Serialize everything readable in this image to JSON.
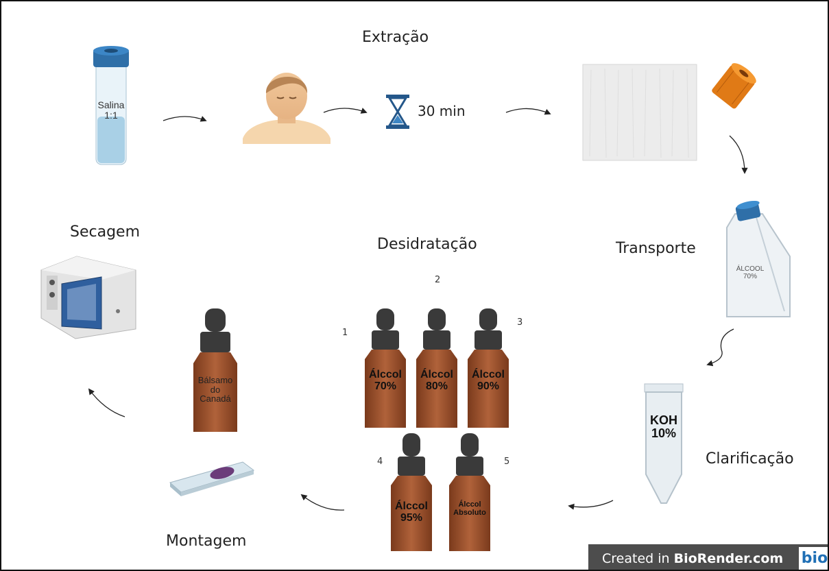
{
  "stages": {
    "extracao": "Extração",
    "secagem": "Secagem",
    "desidratacao": "Desidratação",
    "transporte": "Transporte",
    "clarificacao": "Clarificação",
    "montagem": "Montagem"
  },
  "timer": "30 min",
  "vial_label": "Salina\n1:1",
  "flask_label": "ÁLCOOL\n70%",
  "tube_label": "KOH\n10%",
  "balsamo_label": "Bálsamo\ndo\nCanadá",
  "bottles": [
    {
      "number": "1",
      "label": "Álccol\n70%"
    },
    {
      "number": "2",
      "label": "Álccol\n80%"
    },
    {
      "number": "3",
      "label": "Álccol\n90%"
    },
    {
      "number": "4",
      "label": "Álccol\n95%"
    },
    {
      "number": "5",
      "label": "Álccol\nAbsoluto"
    }
  ],
  "watermark": {
    "prefix": "Created in ",
    "brand": "BioRender.com",
    "logo": "bio"
  },
  "colors": {
    "glass_blue": "#cfe3ef",
    "cap_blue": "#2f6fa8",
    "amber": "#9c4e28",
    "dropper": "#3a3a3a",
    "arrow": "#222222"
  }
}
